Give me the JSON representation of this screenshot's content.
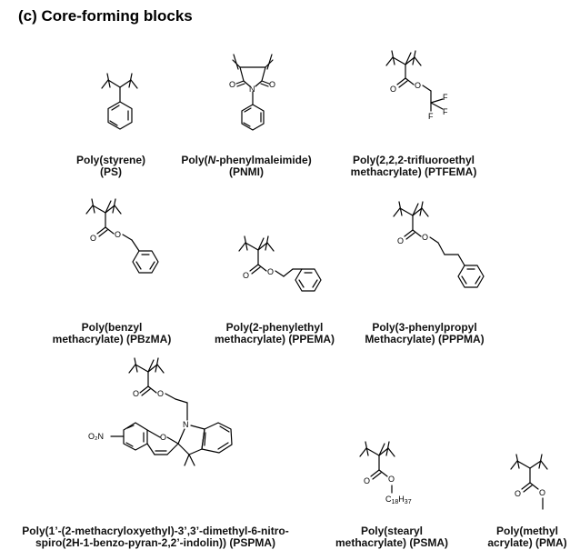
{
  "title": "(c) Core-forming blocks",
  "atoms": {
    "O": "O",
    "N": "N",
    "F": "F",
    "nitro": "O₂N",
    "C": "C",
    "c18_sub": "18",
    "H": "H",
    "h37_sub": "37"
  },
  "polymers": [
    {
      "id": "ps",
      "lines": [
        "Poly(styrene)",
        "(PS)"
      ]
    },
    {
      "id": "pnmi",
      "lines": [
        "Poly(N-phenylmaleimide)",
        "(PNMI)"
      ],
      "italic_part": "N"
    },
    {
      "id": "ptfema",
      "lines": [
        "Poly(2,2,2-trifluoroethyl",
        "methacrylate) (PTFEMA)"
      ]
    },
    {
      "id": "pbzma",
      "lines": [
        "Poly(benzyl",
        "methacrylate) (PBzMA)"
      ]
    },
    {
      "id": "ppema",
      "lines": [
        "Poly(2-phenylethyl",
        "methacrylate) (PPEMA)"
      ]
    },
    {
      "id": "pppma",
      "lines": [
        "Poly(3-phenylpropyl",
        "Methacrylate) (PPPMA)"
      ]
    },
    {
      "id": "pspma",
      "lines": [
        "Poly(1’-(2-methacryloxyethyl)-3’,3’-dimethyl-6-nitro-",
        "spiro(2H-1-benzo-pyran-2,2’-indolin)) (PSPMA)"
      ]
    },
    {
      "id": "psma",
      "lines": [
        "Poly(stearyl",
        "methacrylate) (PSMA)"
      ]
    },
    {
      "id": "pma",
      "lines": [
        "Poly(methyl",
        "acrylate) (PMA)"
      ]
    }
  ]
}
